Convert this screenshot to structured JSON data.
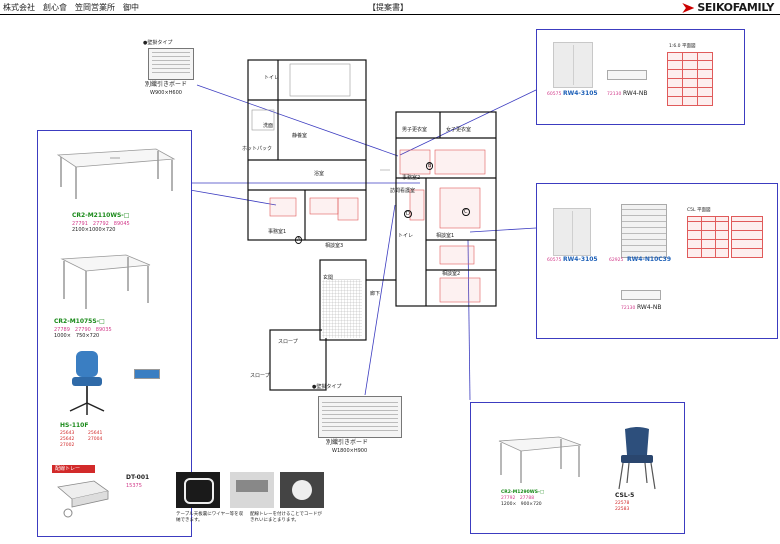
{
  "header": {
    "company": "株式会社　創心會　笠岡営業所　御中",
    "doc_title": "【提案書】",
    "brand": "SEIKOFAMILY"
  },
  "board_small": {
    "type_label": "●壁掛タイプ",
    "name": "別織引きボード",
    "size": "W900×H600"
  },
  "board_large": {
    "type_label": "●壁掛タイプ",
    "name": "別織引きボード",
    "size": "W1800×H900"
  },
  "floor": {
    "rooms": [
      "トイレ",
      "洗面",
      "静養室",
      "ホットパック",
      "浴室",
      "男子更衣室",
      "女子更衣室",
      "事務室2",
      "事務室1",
      "相談室3",
      "玄関",
      "廊下",
      "相談室1",
      "相談室2",
      "トイレ",
      "スロープ",
      "スロープ",
      "訪問看護室"
    ],
    "markers": [
      "A",
      "B",
      "C",
      "D"
    ]
  },
  "left_panel": {
    "table1": {
      "code": "CR2-M2110WS-□",
      "colors": "27791　27792　89045",
      "size": "2100×1000×720"
    },
    "table2": {
      "code": "CR2-M1075S-□",
      "colors": "27789　27790　89035",
      "size": "1000×　750×720"
    },
    "chair": {
      "code": "HS-110F",
      "opts_left": "25643\n25642\n27002",
      "opts_right": "25641\n27004"
    },
    "tray": {
      "title": "配線トレー",
      "code": "DT-001",
      "sub": "15375",
      "caption1": "テーブル天板裏にワイヤー等を収納できます。",
      "caption2": "配線トレーを付けることでコードがきれいにまとまります。"
    }
  },
  "top_right_panel": {
    "cab_code": "RW4-3105",
    "cab_sub": "60575",
    "base_code": "RW4-NB",
    "base_sub": "72130",
    "plan_label": "1:6.0 平面図"
  },
  "mid_right_panel": {
    "cab_code": "RW4-3105",
    "cab_sub": "60575",
    "filer_code": "RW4-N10C39",
    "filer_sub": "62925",
    "base_code": "RW4-NB",
    "base_sub": "72130",
    "plan_label": "C5L 平面図"
  },
  "bottom_right_panel": {
    "table_code": "CR2-M1290WS-□",
    "table_colors": "27792　27788",
    "table_size": "1200×　900×720",
    "chair_code": "CSL-5",
    "chair_colors": "22578\n22583"
  },
  "colors": {
    "panel_border": "#3c3cc0",
    "green": "#1a8a1a",
    "blue": "#1c5fb7",
    "red": "#d22a2a",
    "chair": "#3a7ec2"
  }
}
